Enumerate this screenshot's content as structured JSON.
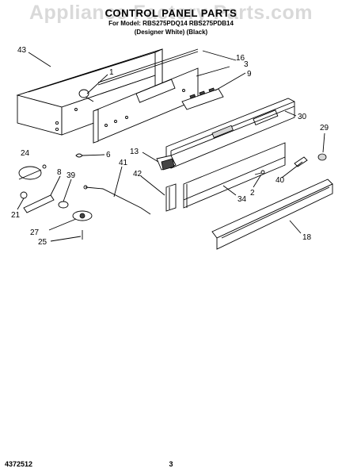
{
  "header": {
    "title": "CONTROL PANEL PARTS",
    "models": "For Model: RBS275PDQ14 RBS275PDB14",
    "colors": "(Designer White)   (Black)"
  },
  "watermark": "Appliance Factory Parts.com",
  "footer": {
    "doc_id": "4372512",
    "page": "3"
  },
  "callouts": [
    "43",
    "16",
    "1",
    "3",
    "9",
    "30",
    "29",
    "24",
    "6",
    "13",
    "41",
    "42",
    "8",
    "39",
    "40",
    "2",
    "21",
    "34",
    "27",
    "18",
    "25"
  ]
}
